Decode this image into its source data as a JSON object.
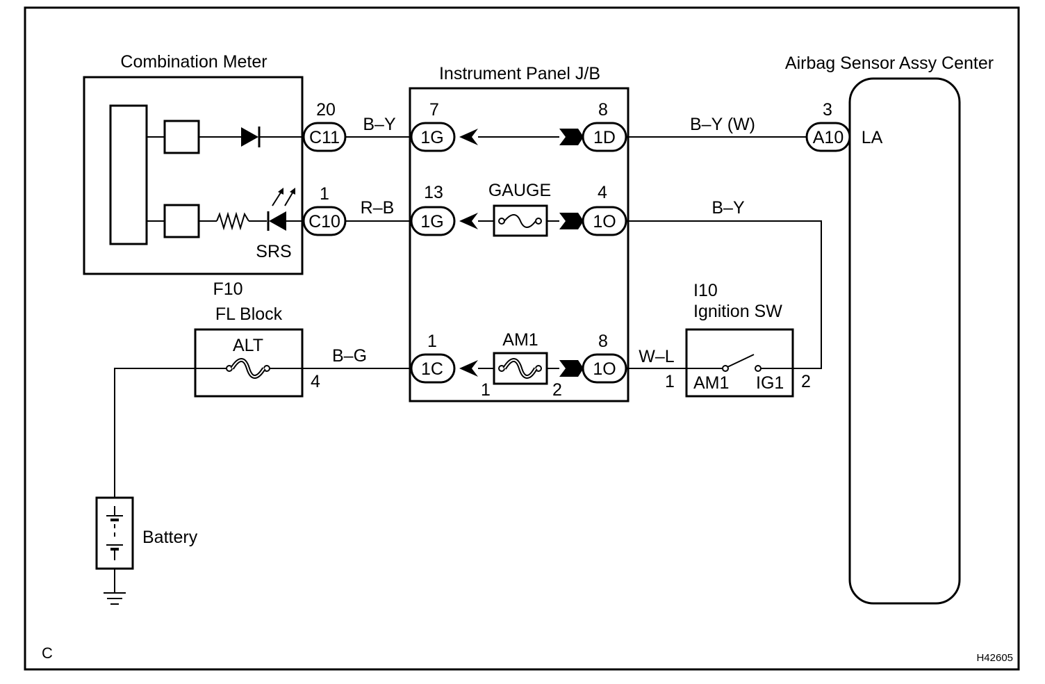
{
  "components": {
    "combination_meter": "Combination Meter",
    "instrument_panel_jb": "Instrument Panel J/B",
    "airbag_sensor": "Airbag Sensor Assy Center",
    "fl_block_code": "F10",
    "fl_block": "FL Block",
    "ignition_code": "I10",
    "ignition_sw": "Ignition SW",
    "battery": "Battery",
    "srs": "SRS"
  },
  "fuses": {
    "gauge": "GAUGE",
    "am1": "AM1",
    "alt": "ALT"
  },
  "connectors": {
    "c11": "C11",
    "c10": "C10",
    "g1_top": "1G",
    "g1_mid": "1G",
    "c1": "1C",
    "d1": "1D",
    "o1_mid": "1O",
    "o1_bot": "1O",
    "a10": "A10"
  },
  "pins": {
    "c11": "20",
    "c10": "1",
    "g1_top": "7",
    "g1_mid": "13",
    "c1": "1",
    "d1": "8",
    "o1_mid": "4",
    "o1_bot": "8",
    "a10": "3",
    "am1_in": "1",
    "am1_out": "2",
    "alt_out": "4",
    "ign_in": "1",
    "ign_out": "2"
  },
  "terminals": {
    "la": "LA",
    "ign_am1": "AM1",
    "ign_ig1": "IG1"
  },
  "wires": {
    "c11_1g": "B–Y",
    "c10_1g": "R–B",
    "d1_a10": "B–Y (W)",
    "o1_airbag": "B–Y",
    "alt_1c": "B–G",
    "o1_ign": "W–L"
  },
  "footer": {
    "corner_letter": "C",
    "figure_code": "H42605"
  }
}
